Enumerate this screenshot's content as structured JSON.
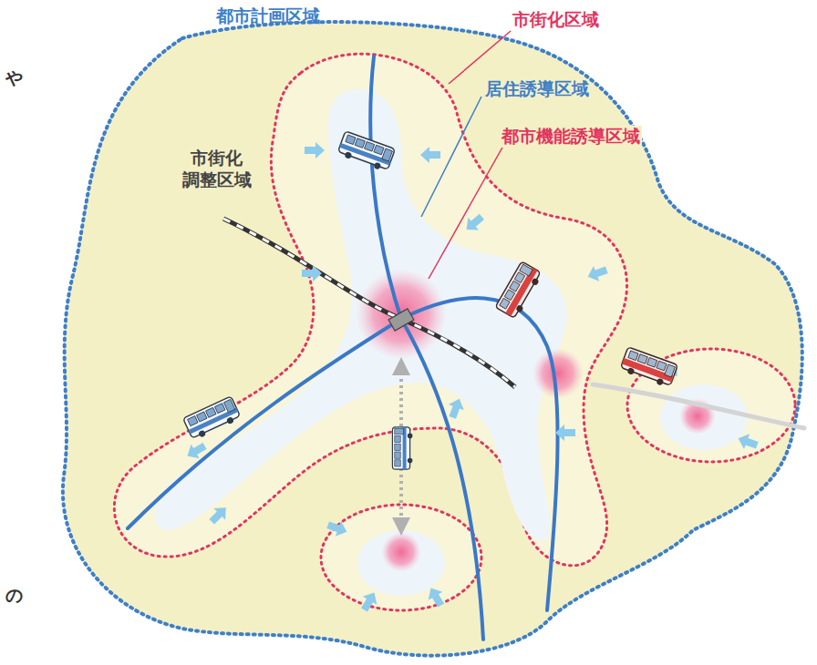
{
  "diagram": {
    "labels": [
      "都市計画区域",
      "市街化区域",
      "居住誘導区域",
      "都市機能誘導区域",
      "市街化 調整区域",
      "や",
      "の"
    ]
  }
}
